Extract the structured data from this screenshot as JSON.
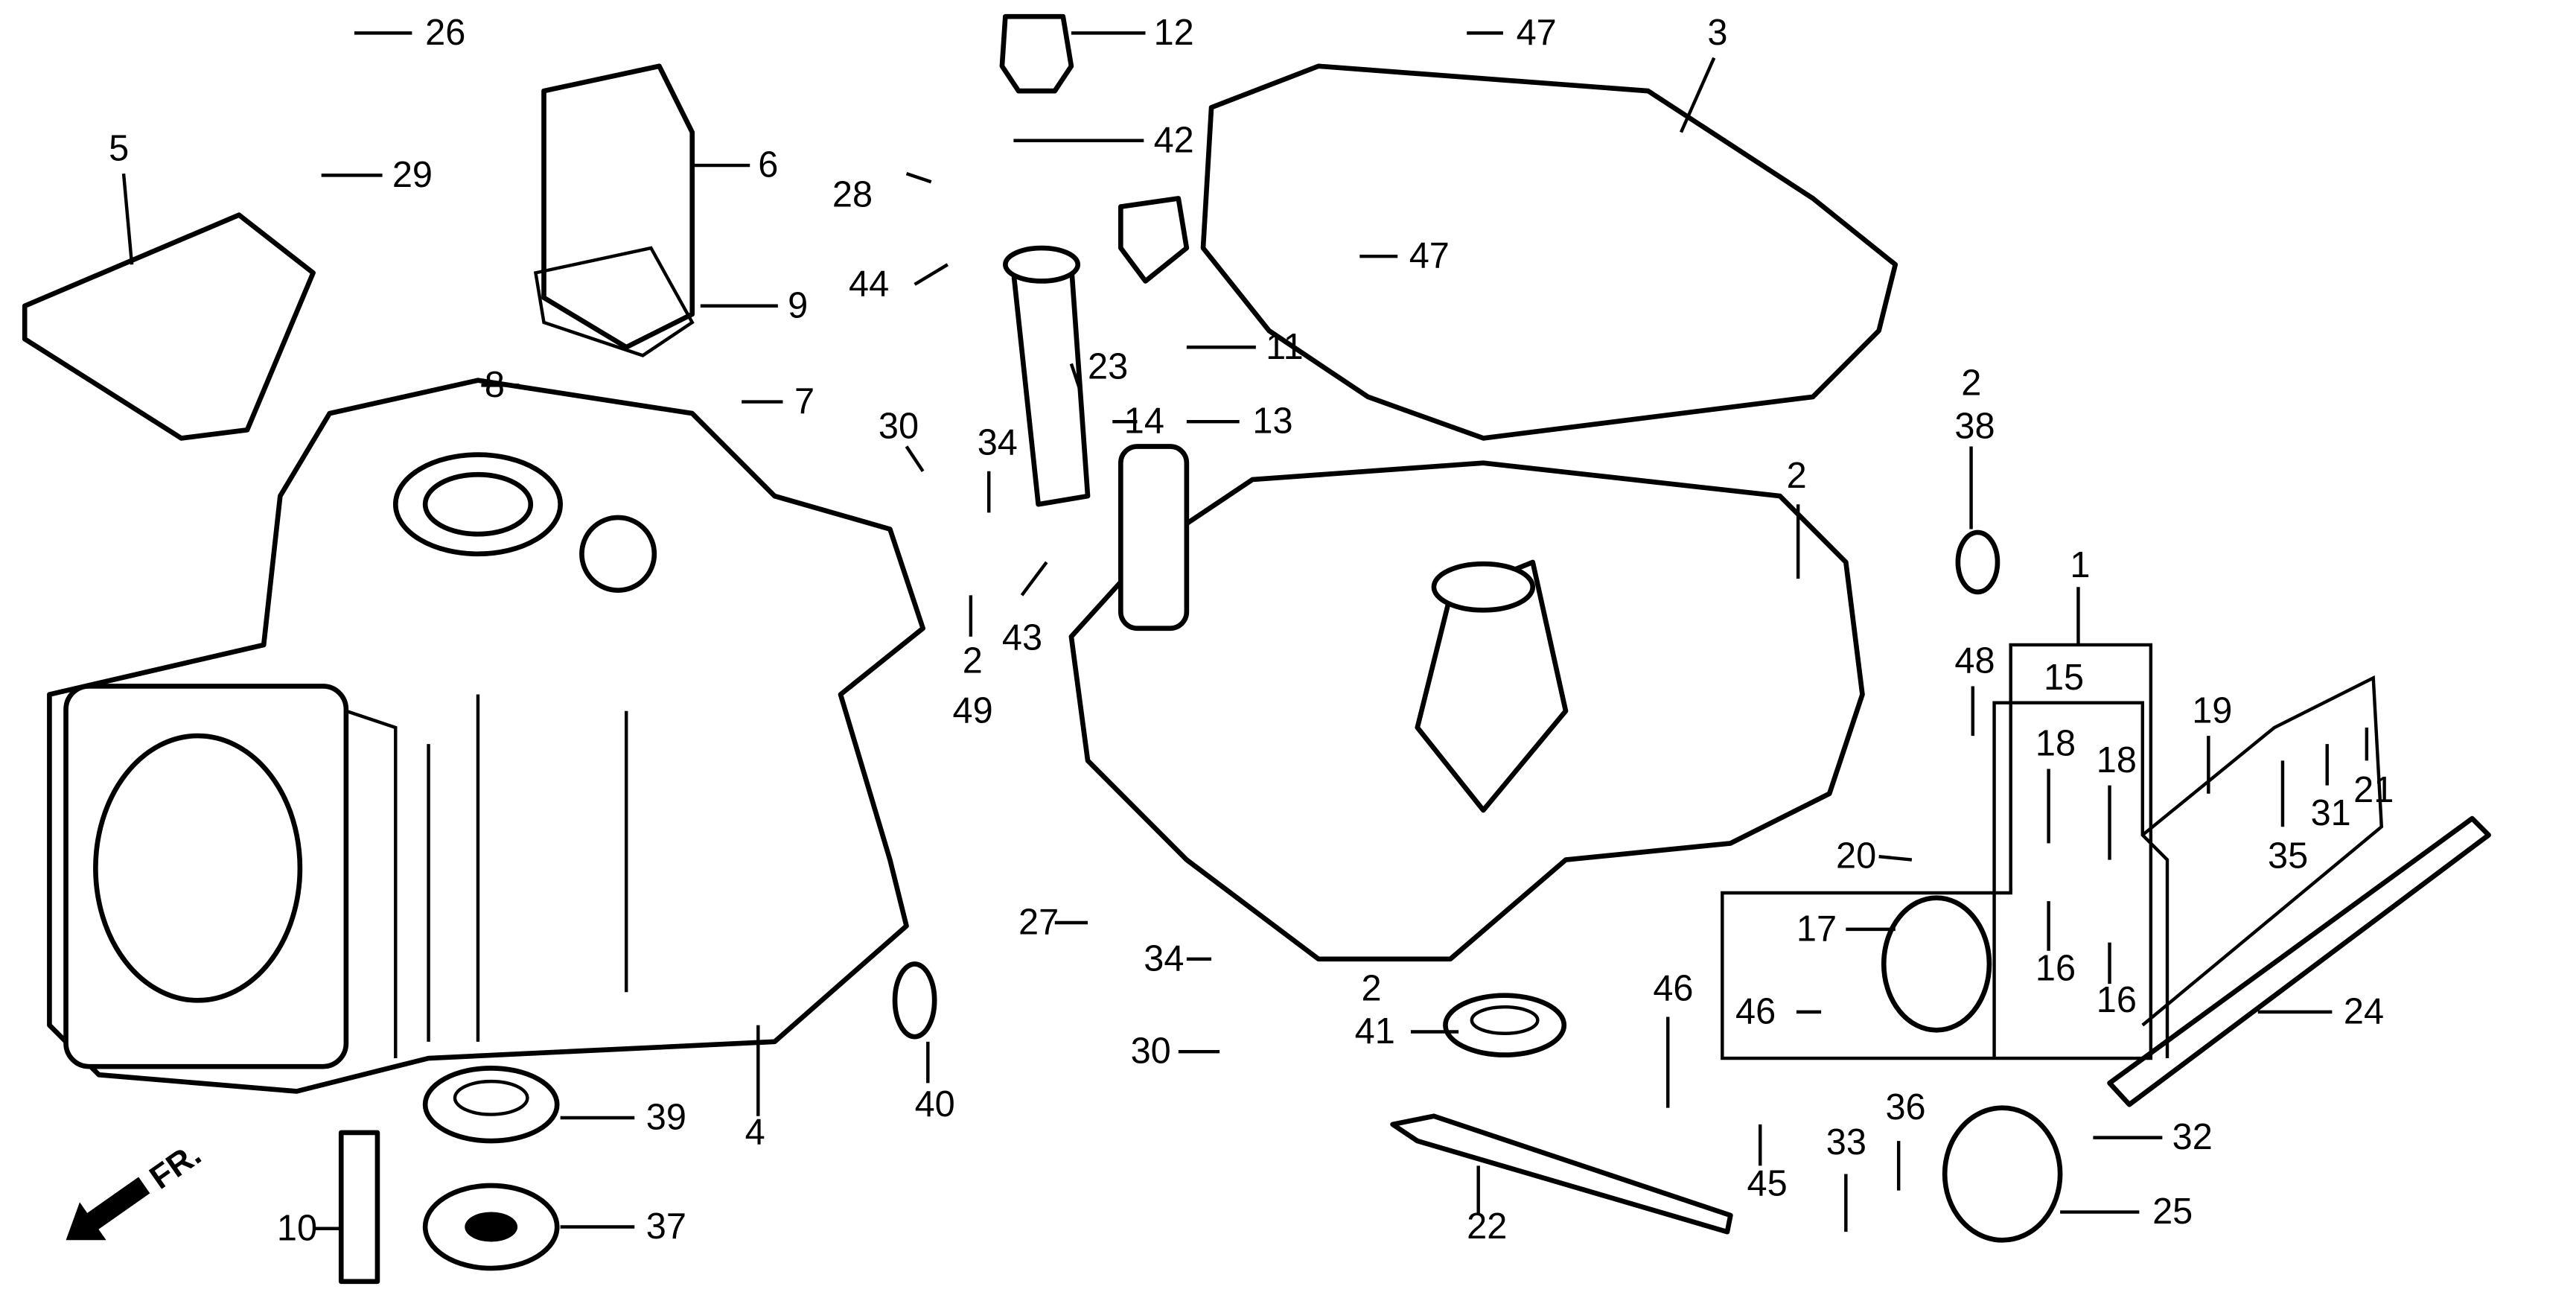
{
  "diagram": {
    "direction_marker": "FR.",
    "callouts": [
      "26",
      "12",
      "47",
      "3",
      "5",
      "29",
      "6",
      "42",
      "28",
      "47",
      "44",
      "9",
      "11",
      "23",
      "8",
      "7",
      "14",
      "13",
      "2",
      "38",
      "30",
      "34",
      "2",
      "1",
      "2",
      "49",
      "43",
      "15",
      "48",
      "19",
      "18",
      "18",
      "21",
      "31",
      "35",
      "20",
      "17",
      "27",
      "34",
      "16",
      "16",
      "2",
      "41",
      "46",
      "24",
      "46",
      "30",
      "40",
      "39",
      "4",
      "36",
      "45",
      "33",
      "32",
      "22",
      "25",
      "37",
      "10"
    ]
  }
}
